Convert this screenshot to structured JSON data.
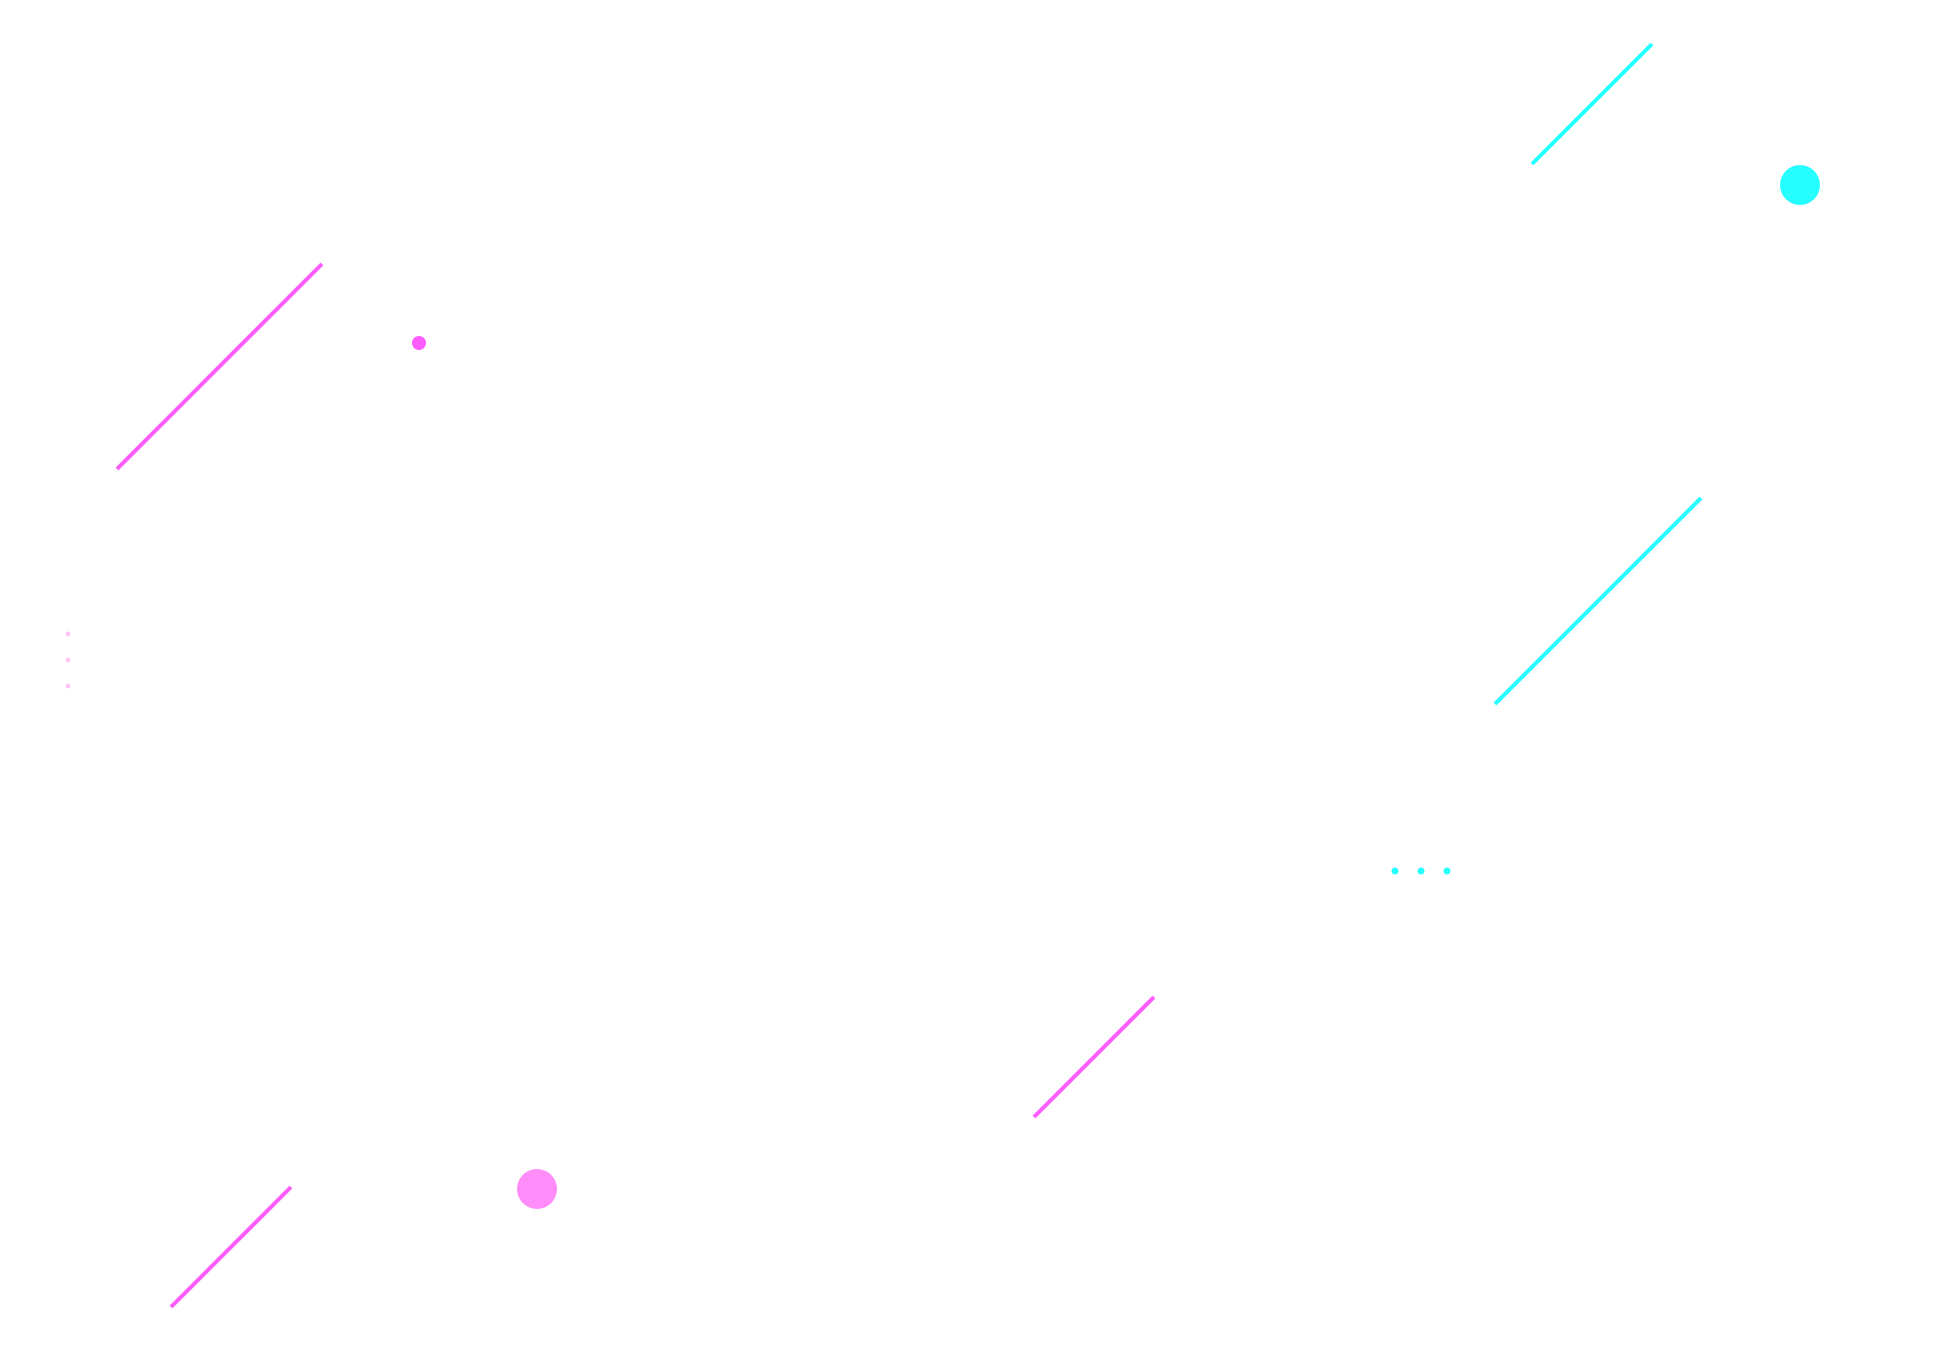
{
  "colors": {
    "background": "#ffffff",
    "magenta": "#ff5cff",
    "magenta_soft": "#ff8cf8",
    "magenta_faint": "#ffc6f5",
    "cyan": "#25ffff"
  },
  "decorations": {
    "lines": [
      {
        "name": "magenta-line-upper-left",
        "color": "magenta"
      },
      {
        "name": "magenta-line-lower-left",
        "color": "magenta"
      },
      {
        "name": "magenta-line-center-bottom",
        "color": "magenta"
      },
      {
        "name": "cyan-line-top-right",
        "color": "cyan"
      },
      {
        "name": "cyan-line-right",
        "color": "cyan"
      }
    ],
    "circles": [
      {
        "name": "magenta-dot-small",
        "color": "magenta"
      },
      {
        "name": "magenta-dot-large",
        "color": "magenta_soft"
      },
      {
        "name": "cyan-dot-large",
        "color": "cyan"
      }
    ],
    "dot_groups": [
      {
        "name": "cyan-dots-row",
        "color": "cyan",
        "count": 3
      },
      {
        "name": "faint-dots-column",
        "color": "magenta_faint",
        "count": 3
      }
    ]
  }
}
